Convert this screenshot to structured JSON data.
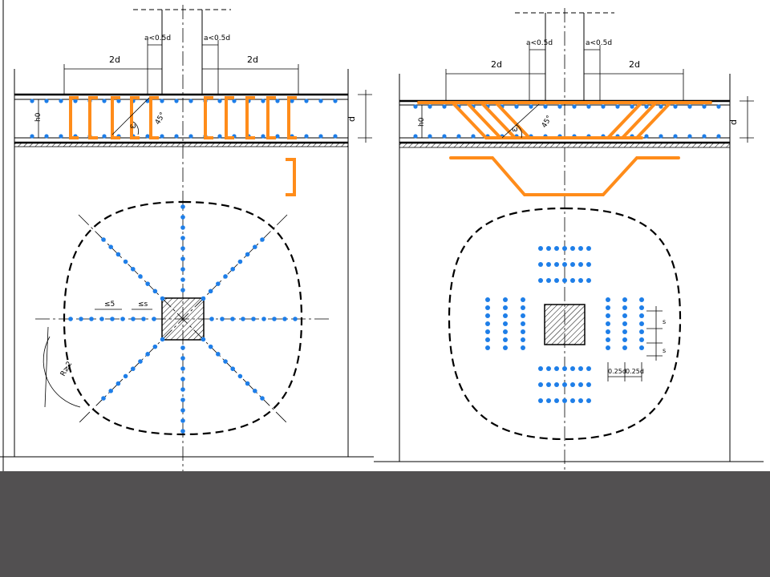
{
  "colors": {
    "background": "#ffffff",
    "footer": "#525051",
    "line": "#000000",
    "rebar": "#ff8c1a",
    "dots": "#1e7ee8"
  },
  "left_panel": {
    "dim_half_d_1": "a<0.5d",
    "dim_half_d_2": "a<0.5d",
    "dim_2d_left": "2d",
    "dim_2d_right": "2d",
    "dim_d": "d",
    "dim_h0": "h0",
    "angle_45": "45°",
    "angle_hook": "ω",
    "dim_spacing_1": "≤5",
    "dim_spacing_2": "≤s",
    "dim_radius": "R≥2"
  },
  "right_panel": {
    "dim_half_d_1": "a<0.5d",
    "dim_half_d_2": "a<0.5d",
    "dim_2d_left": "2d",
    "dim_2d_right": "2d",
    "dim_d": "d",
    "dim_h0": "h0",
    "angle_45": "45°",
    "angle_hook": "ω",
    "dim_025_1": "0.25d",
    "dim_025_2": "0.25d",
    "dim_s1": "s",
    "dim_s2": "s"
  }
}
